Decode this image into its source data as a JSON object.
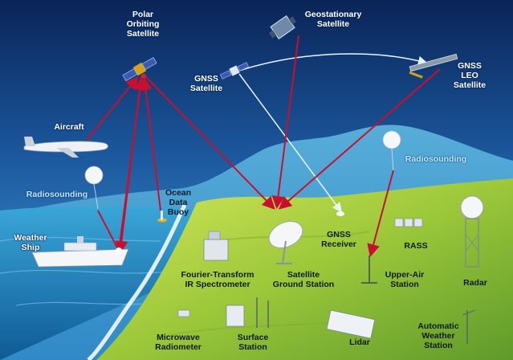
{
  "labels": {
    "polar_orbiting_satellite": "Polar\nOrbiting\nSatellite",
    "geostationary_satellite": "Geostationary\nSatellite",
    "gnss_satellite": "GNSS\nSatellite",
    "gnss_leo_satellite": "GNSS\nLEO\nSatellite",
    "aircraft": "Aircraft",
    "radiosounding_left": "Radiosounding",
    "radiosounding_right": "Radiosounding",
    "ocean_data_buoy": "Ocean\nData\nBuoy",
    "weather_ship": "Weather\nShip",
    "fourier_transform": "Fourier-Transform\nIR Spectrometer",
    "satellite_ground_station": "Satellite\nGround Station",
    "gnss_receiver": "GNSS\nReceiver",
    "rass": "RASS",
    "upper_air_station": "Upper-Air\nStation",
    "radar": "Radar",
    "microwave_radiometer": "Microwave\nRadiometer",
    "surface_station": "Surface\nStation",
    "lidar": "Lidar",
    "automatic_weather_station": "Automatic\nWeather\nStation"
  },
  "colors": {
    "sky_top": "#0d2f6e",
    "sky_bottom": "#3a8fd0",
    "ocean": "#1f7fb8",
    "land": "#9cc83a",
    "link_red": "#c8102e",
    "link_white": "#e8f4ff"
  },
  "icons": [
    "satellite-icon",
    "aircraft-icon",
    "balloon-icon",
    "buoy-icon",
    "ship-icon",
    "dish-icon",
    "radar-icon",
    "instrument-icon"
  ]
}
